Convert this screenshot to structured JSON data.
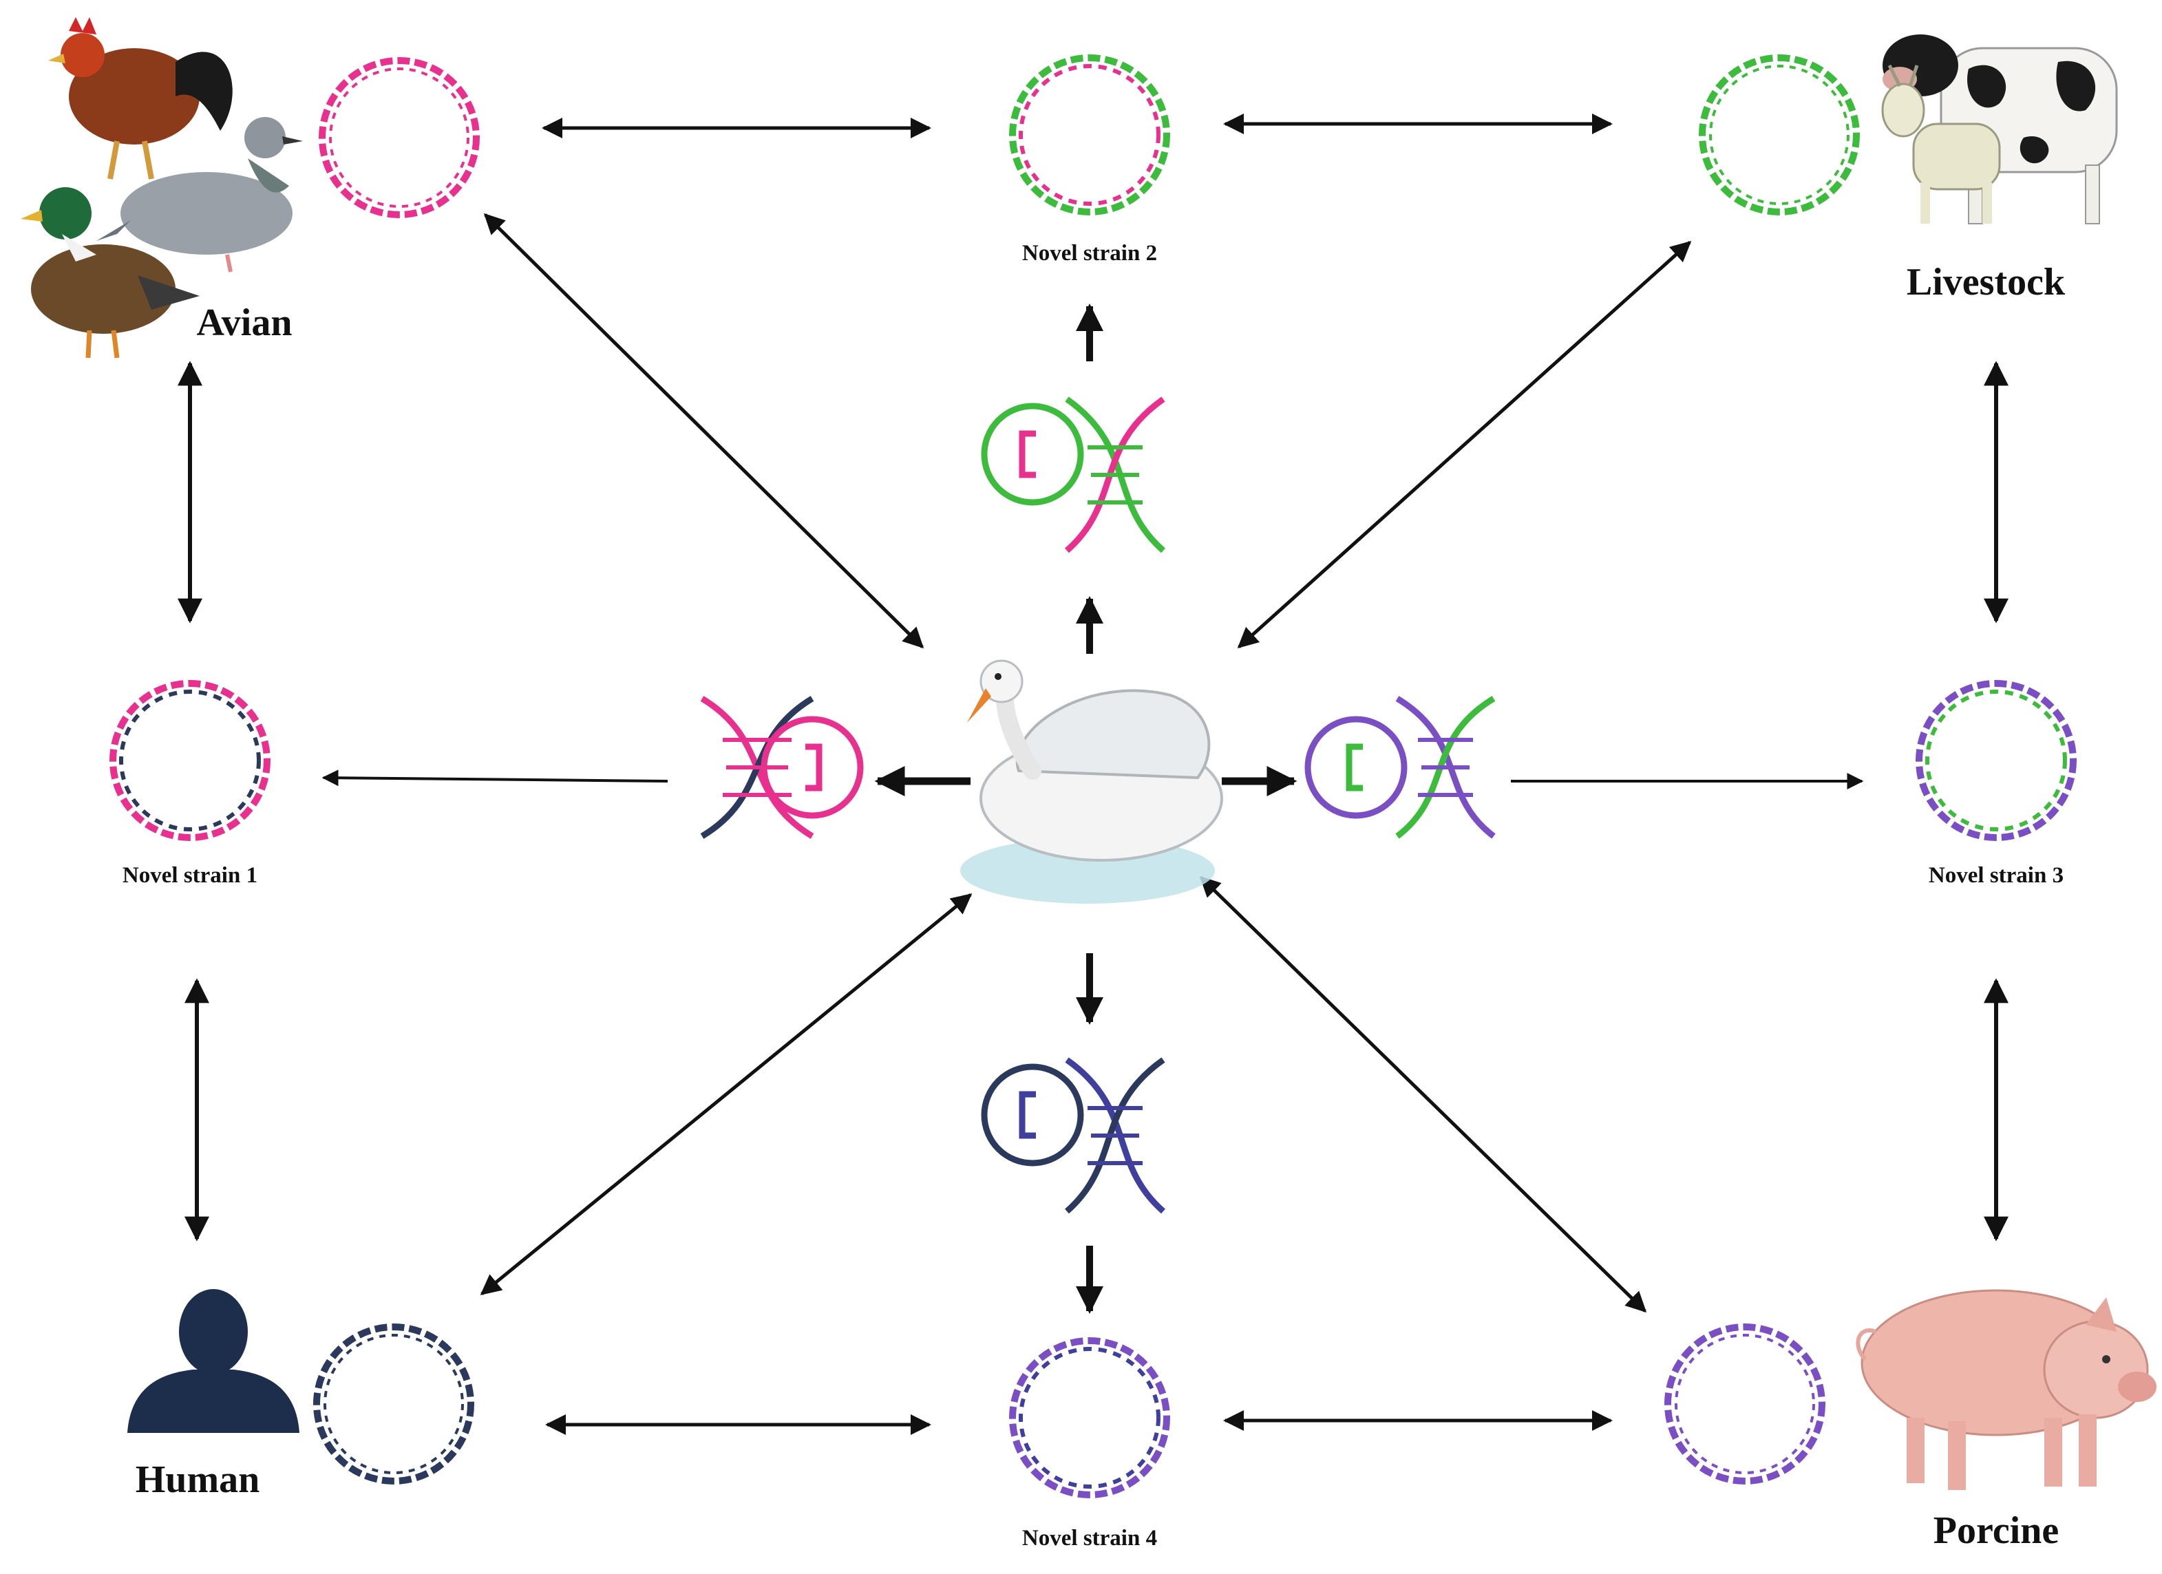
{
  "diagram": {
    "hosts": {
      "avian": "Avian",
      "livestock": "Livestock",
      "human": "Human",
      "porcine": "Porcine"
    },
    "strains": {
      "s1": "Novel strain 1",
      "s2": "Novel strain 2",
      "s3": "Novel strain 3",
      "s4": "Novel strain 4"
    },
    "central_host_icon": "swan-icon",
    "colors": {
      "avian_pink": "#e8318f",
      "livestock_green": "#3dbb3d",
      "human_navy": "#2b3a5c",
      "porcine_purple": "#7b4fc4",
      "strain4_blue": "#3f3f9e"
    }
  }
}
